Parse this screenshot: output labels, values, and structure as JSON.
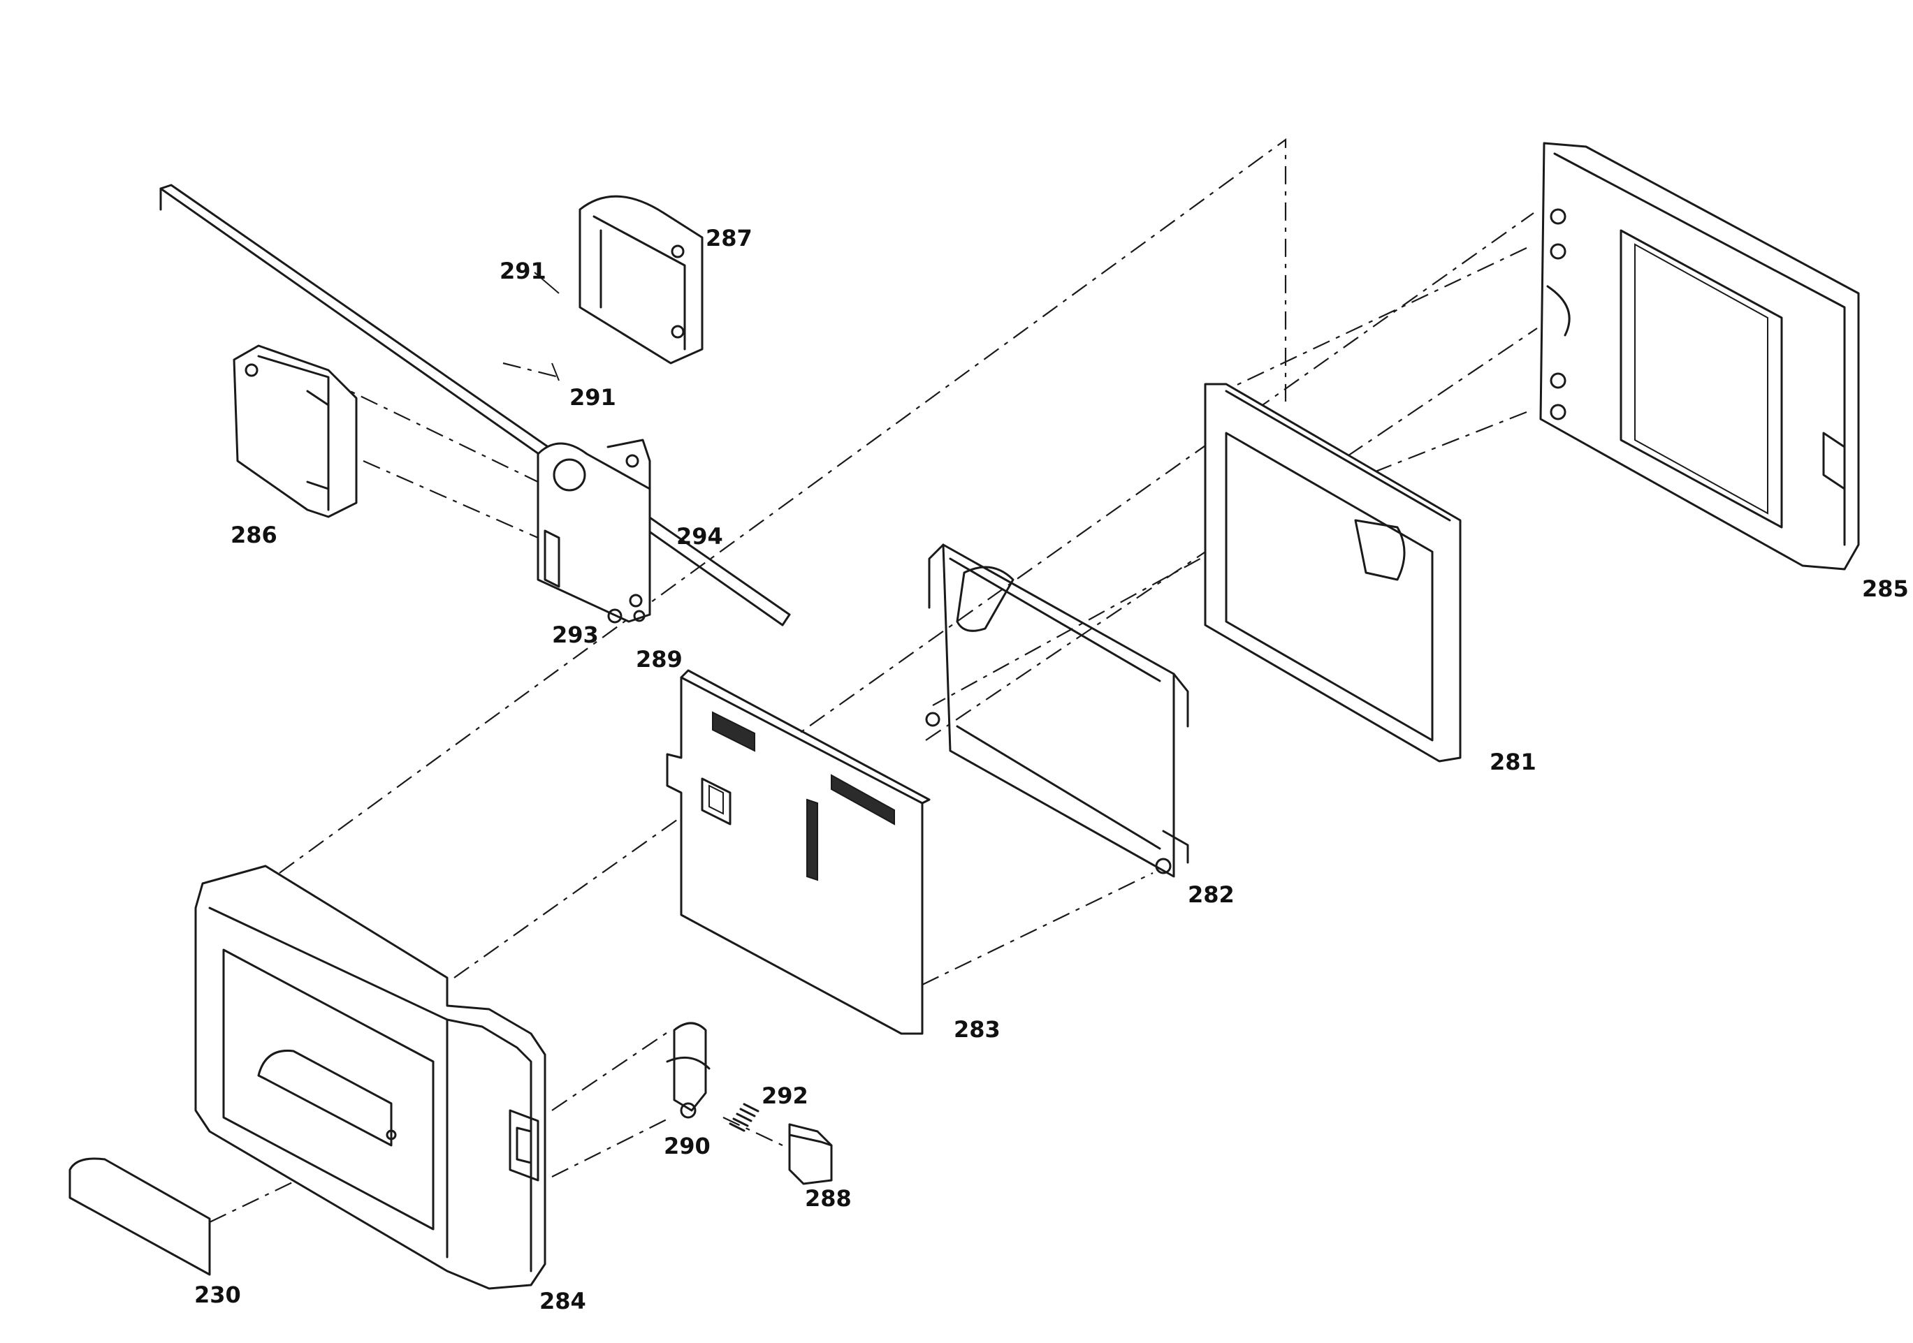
{
  "callouts": {
    "c230": "230",
    "c281": "281",
    "c282": "282",
    "c283": "283",
    "c284": "284",
    "c285": "285",
    "c286": "286",
    "c287": "287",
    "c288": "288",
    "c289": "289",
    "c290": "290",
    "c291a": "291",
    "c291b": "291",
    "c292": "292",
    "c293": "293",
    "c294": "294"
  },
  "colors": {
    "ink": "#1a1a1a",
    "paper": "#ffffff"
  }
}
